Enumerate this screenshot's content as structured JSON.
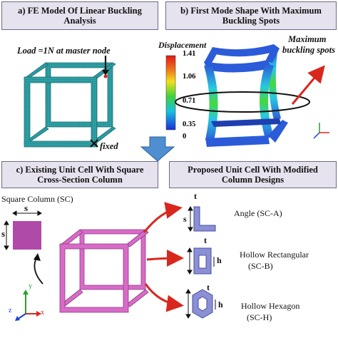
{
  "panels": {
    "a": {
      "title_line1": "a) FE Model Of Linear Buckling",
      "title_line2": "Analysis"
    },
    "b": {
      "title_line1": "b) First Mode Shape With Maximum",
      "title_line2": "Buckling Spots"
    },
    "c": {
      "title_line1": "c) Existing Unit Cell With Square",
      "title_line2": "Cross-Section Column"
    },
    "d": {
      "title_line1": "Proposed Unit Cell With Modified",
      "title_line2": "Column Designs"
    }
  },
  "fe_model": {
    "load_label": "Load =1N at master node",
    "fixed_label": "fixed"
  },
  "displacement": {
    "title": "Displacement",
    "ticks": [
      "1.41",
      "1.06",
      "0.71",
      "0.35",
      "0"
    ],
    "max_buckling_line1": "Maximum",
    "max_buckling_line2": "buckling spots"
  },
  "existing_cell": {
    "square_column_label": "Square Column (SC)",
    "dim_s": "s"
  },
  "designs": [
    {
      "name": "Angle (SC-A)",
      "dims": [
        "t",
        "s"
      ]
    },
    {
      "name_line1": "Hollow Rectangular",
      "name_line2": "(SC-B)",
      "dims": [
        "t",
        "h"
      ]
    },
    {
      "name_line1": "Hollow Hexagon",
      "name_line2": "(SC-H)",
      "dims": [
        "t",
        "h"
      ]
    }
  ],
  "axes": {
    "x": "x",
    "y": "y",
    "z": "z"
  },
  "colors": {
    "banner_bg": "#e6e2ee",
    "mesh_cube": "#2fa3a8",
    "pink_cube": "#d86bc8",
    "profile_fill": "#8a8fd6",
    "arrow_red": "#d9271e",
    "flow_arrow": "#4d8fd1"
  }
}
